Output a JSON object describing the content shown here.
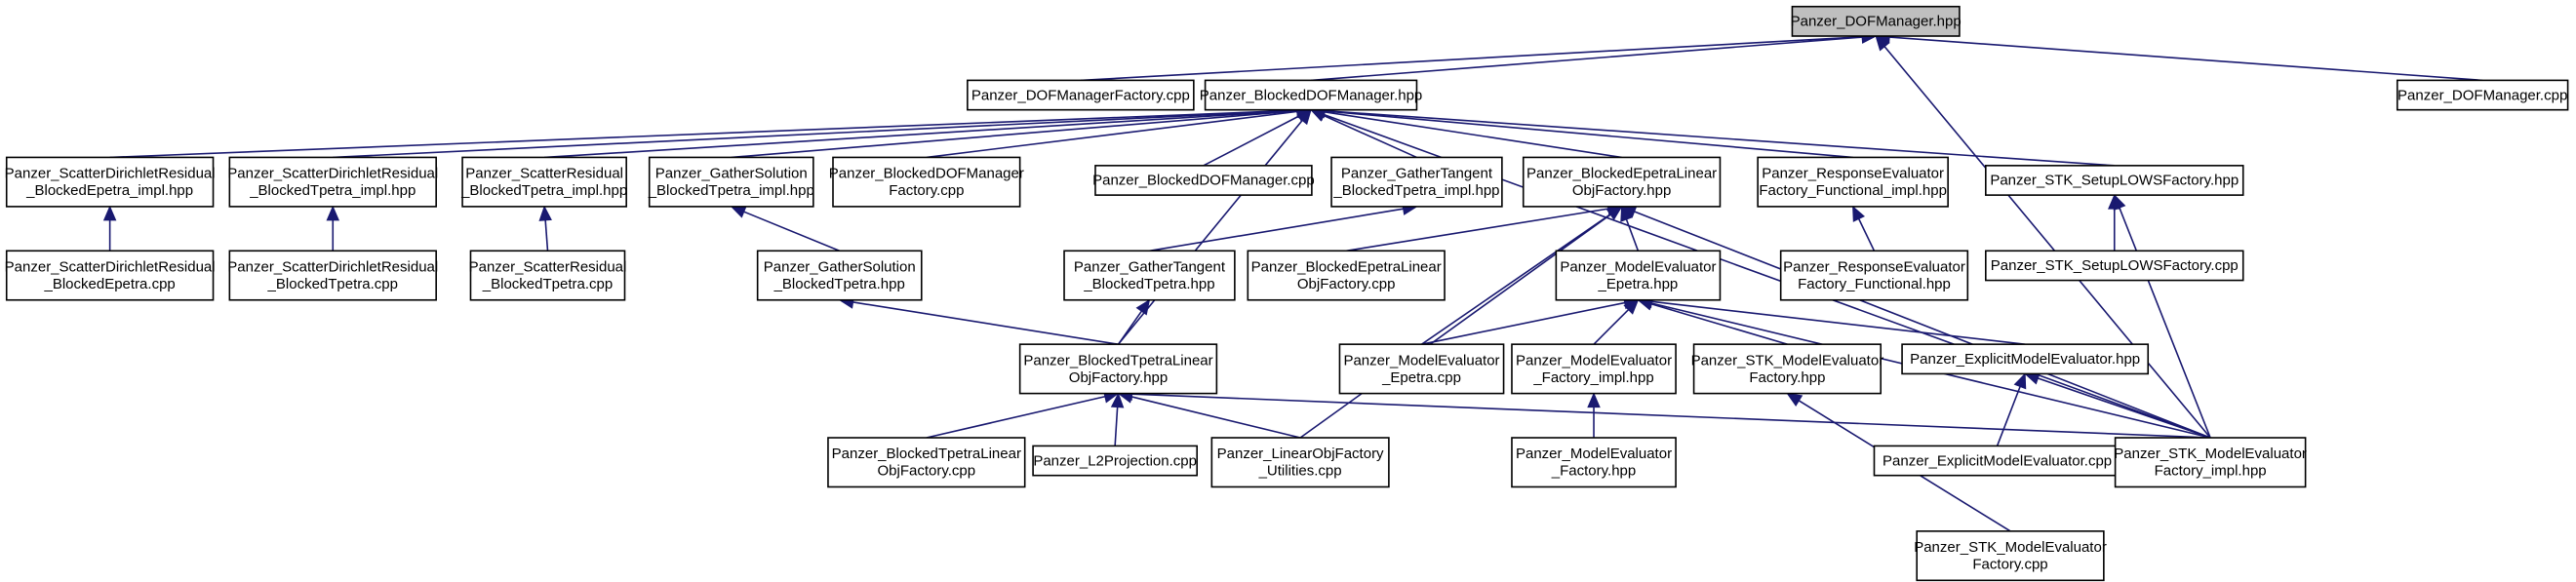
{
  "graph": {
    "nodes": [
      {
        "id": "n0",
        "lines": [
          "Panzer_DOFManager.hpp"
        ],
        "root": true
      },
      {
        "id": "n1",
        "lines": [
          "Panzer_DOFManagerFactory.cpp"
        ]
      },
      {
        "id": "n2",
        "lines": [
          "Panzer_BlockedDOFManager.hpp"
        ]
      },
      {
        "id": "n3",
        "lines": [
          "Panzer_DOFManager.cpp"
        ]
      },
      {
        "id": "n4",
        "lines": [
          "Panzer_ScatterDirichletResidual",
          "_BlockedEpetra_impl.hpp"
        ]
      },
      {
        "id": "n5",
        "lines": [
          "Panzer_ScatterDirichletResidual",
          "_BlockedTpetra_impl.hpp"
        ]
      },
      {
        "id": "n6",
        "lines": [
          "Panzer_ScatterResidual",
          "_BlockedTpetra_impl.hpp"
        ]
      },
      {
        "id": "n7",
        "lines": [
          "Panzer_GatherSolution",
          "_BlockedTpetra_impl.hpp"
        ]
      },
      {
        "id": "n8",
        "lines": [
          "Panzer_BlockedDOFManager",
          "Factory.cpp"
        ]
      },
      {
        "id": "n9",
        "lines": [
          "Panzer_BlockedDOFManager.cpp"
        ]
      },
      {
        "id": "n10",
        "lines": [
          "Panzer_GatherTangent",
          "_BlockedTpetra_impl.hpp"
        ]
      },
      {
        "id": "n11",
        "lines": [
          "Panzer_BlockedEpetraLinear",
          "ObjFactory.hpp"
        ]
      },
      {
        "id": "n12",
        "lines": [
          "Panzer_ResponseEvaluator",
          "Factory_Functional_impl.hpp"
        ]
      },
      {
        "id": "n13",
        "lines": [
          "Panzer_STK_SetupLOWSFactory.hpp"
        ]
      },
      {
        "id": "n14",
        "lines": [
          "Panzer_ScatterDirichletResidual",
          "_BlockedEpetra.cpp"
        ]
      },
      {
        "id": "n15",
        "lines": [
          "Panzer_ScatterDirichletResidual",
          "_BlockedTpetra.cpp"
        ]
      },
      {
        "id": "n16",
        "lines": [
          "Panzer_ScatterResidual",
          "_BlockedTpetra.cpp"
        ]
      },
      {
        "id": "n17",
        "lines": [
          "Panzer_GatherSolution",
          "_BlockedTpetra.hpp"
        ]
      },
      {
        "id": "n18",
        "lines": [
          "Panzer_GatherTangent",
          "_BlockedTpetra.hpp"
        ]
      },
      {
        "id": "n19",
        "lines": [
          "Panzer_BlockedEpetraLinear",
          "ObjFactory.cpp"
        ]
      },
      {
        "id": "n20",
        "lines": [
          "Panzer_ModelEvaluator",
          "_Epetra.hpp"
        ]
      },
      {
        "id": "n21",
        "lines": [
          "Panzer_ResponseEvaluator",
          "Factory_Functional.hpp"
        ]
      },
      {
        "id": "n22",
        "lines": [
          "Panzer_STK_SetupLOWSFactory.cpp"
        ]
      },
      {
        "id": "n23",
        "lines": [
          "Panzer_BlockedTpetraLinear",
          "ObjFactory.hpp"
        ]
      },
      {
        "id": "n24",
        "lines": [
          "Panzer_ModelEvaluator",
          "_Epetra.cpp"
        ]
      },
      {
        "id": "n25",
        "lines": [
          "Panzer_ModelEvaluator",
          "_Factory_impl.hpp"
        ]
      },
      {
        "id": "n26",
        "lines": [
          "Panzer_STK_ModelEvaluator",
          "Factory.hpp"
        ]
      },
      {
        "id": "n27",
        "lines": [
          "Panzer_ExplicitModelEvaluator.hpp"
        ]
      },
      {
        "id": "n28",
        "lines": [
          "Panzer_BlockedTpetraLinear",
          "ObjFactory.cpp"
        ]
      },
      {
        "id": "n29",
        "lines": [
          "Panzer_L2Projection.cpp"
        ]
      },
      {
        "id": "n30",
        "lines": [
          "Panzer_LinearObjFactory",
          "_Utilities.cpp"
        ]
      },
      {
        "id": "n31",
        "lines": [
          "Panzer_ModelEvaluator",
          "_Factory.hpp"
        ]
      },
      {
        "id": "n32",
        "lines": [
          "Panzer_ExplicitModelEvaluator.cpp"
        ]
      },
      {
        "id": "n33",
        "lines": [
          "Panzer_STK_ModelEvaluator",
          "Factory_impl.hpp"
        ]
      },
      {
        "id": "n34",
        "lines": [
          "Panzer_STK_ModelEvaluator",
          "Factory.cpp"
        ]
      }
    ],
    "edges": [
      {
        "from": "n1",
        "to": "n0"
      },
      {
        "from": "n2",
        "to": "n0"
      },
      {
        "from": "n3",
        "to": "n0"
      },
      {
        "from": "n33",
        "to": "n0"
      },
      {
        "from": "n4",
        "to": "n2"
      },
      {
        "from": "n5",
        "to": "n2"
      },
      {
        "from": "n6",
        "to": "n2"
      },
      {
        "from": "n7",
        "to": "n2"
      },
      {
        "from": "n8",
        "to": "n2"
      },
      {
        "from": "n9",
        "to": "n2"
      },
      {
        "from": "n10",
        "to": "n2"
      },
      {
        "from": "n11",
        "to": "n2"
      },
      {
        "from": "n12",
        "to": "n2"
      },
      {
        "from": "n13",
        "to": "n2"
      },
      {
        "from": "n23",
        "to": "n2"
      },
      {
        "from": "n33",
        "to": "n2"
      },
      {
        "from": "n14",
        "to": "n4"
      },
      {
        "from": "n15",
        "to": "n5"
      },
      {
        "from": "n16",
        "to": "n6"
      },
      {
        "from": "n17",
        "to": "n7"
      },
      {
        "from": "n18",
        "to": "n10"
      },
      {
        "from": "n19",
        "to": "n11"
      },
      {
        "from": "n20",
        "to": "n11"
      },
      {
        "from": "n24",
        "to": "n11"
      },
      {
        "from": "n30",
        "to": "n11"
      },
      {
        "from": "n33",
        "to": "n11"
      },
      {
        "from": "n21",
        "to": "n12"
      },
      {
        "from": "n22",
        "to": "n13"
      },
      {
        "from": "n33",
        "to": "n13"
      },
      {
        "from": "n23",
        "to": "n17"
      },
      {
        "from": "n23",
        "to": "n18"
      },
      {
        "from": "n24",
        "to": "n20"
      },
      {
        "from": "n25",
        "to": "n20"
      },
      {
        "from": "n26",
        "to": "n20"
      },
      {
        "from": "n27",
        "to": "n20"
      },
      {
        "from": "n33",
        "to": "n20"
      },
      {
        "from": "n28",
        "to": "n23"
      },
      {
        "from": "n29",
        "to": "n23"
      },
      {
        "from": "n30",
        "to": "n23"
      },
      {
        "from": "n33",
        "to": "n23"
      },
      {
        "from": "n31",
        "to": "n25"
      },
      {
        "from": "n34",
        "to": "n26"
      },
      {
        "from": "n32",
        "to": "n27"
      },
      {
        "from": "n33",
        "to": "n27"
      }
    ]
  }
}
